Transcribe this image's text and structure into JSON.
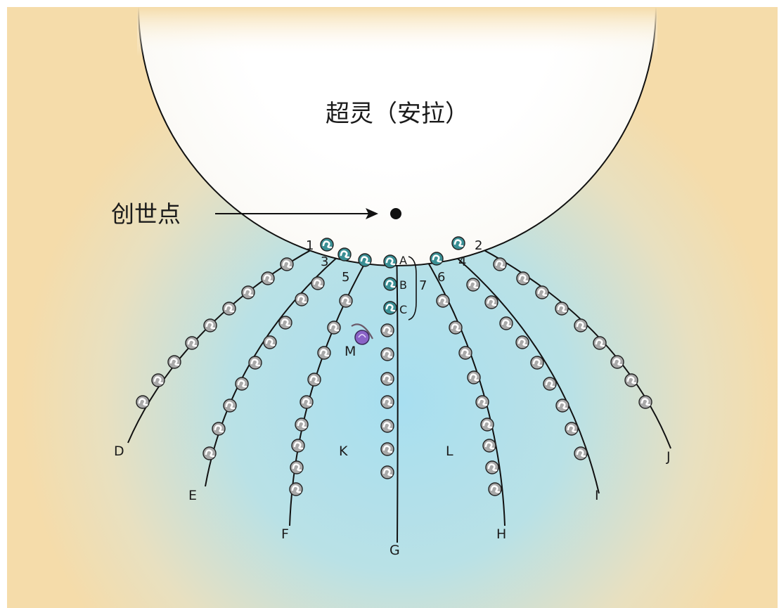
{
  "diagram": {
    "colors": {
      "background_outer": "#f5dcaa",
      "glow_center": "#a8dff0",
      "oversoul": "#ffffff",
      "line": "#111111",
      "origin_soul_fill": "#3a8f94",
      "soul_fill": "#a9a9a9",
      "focus_soul_fill": "#8a63c7"
    },
    "labels": {
      "oversoul": "超灵（安拉）",
      "creation_point": "创世点"
    },
    "strands": [
      {
        "id": "D",
        "label": "D",
        "marker": "1"
      },
      {
        "id": "E",
        "label": "E",
        "marker": "3"
      },
      {
        "id": "F",
        "label": "F",
        "marker": "5"
      },
      {
        "id": "G",
        "label": "G",
        "marker": ""
      },
      {
        "id": "H",
        "label": "H",
        "marker": "6"
      },
      {
        "id": "I",
        "label": "I",
        "marker": "4"
      },
      {
        "id": "J",
        "label": "J",
        "marker": "2"
      }
    ],
    "top_souls": {
      "A": "A",
      "B": "B",
      "C": "C",
      "bracket": "7"
    },
    "regions": {
      "K": "K",
      "L": "L",
      "M": "M"
    }
  }
}
